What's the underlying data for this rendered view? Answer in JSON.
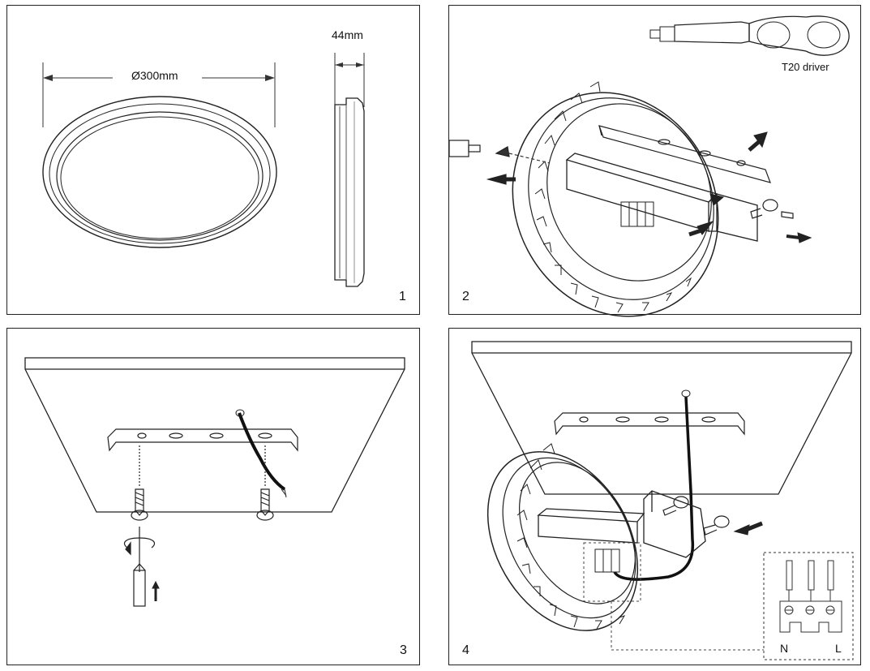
{
  "panels": [
    {
      "number": "1",
      "labels": {
        "diameter": "Ø300mm",
        "depth": "44mm"
      }
    },
    {
      "number": "2",
      "labels": {
        "tool": "T20 driver"
      }
    },
    {
      "number": "3"
    },
    {
      "number": "4",
      "labels": {
        "neutral": "N",
        "live": "L"
      }
    }
  ]
}
